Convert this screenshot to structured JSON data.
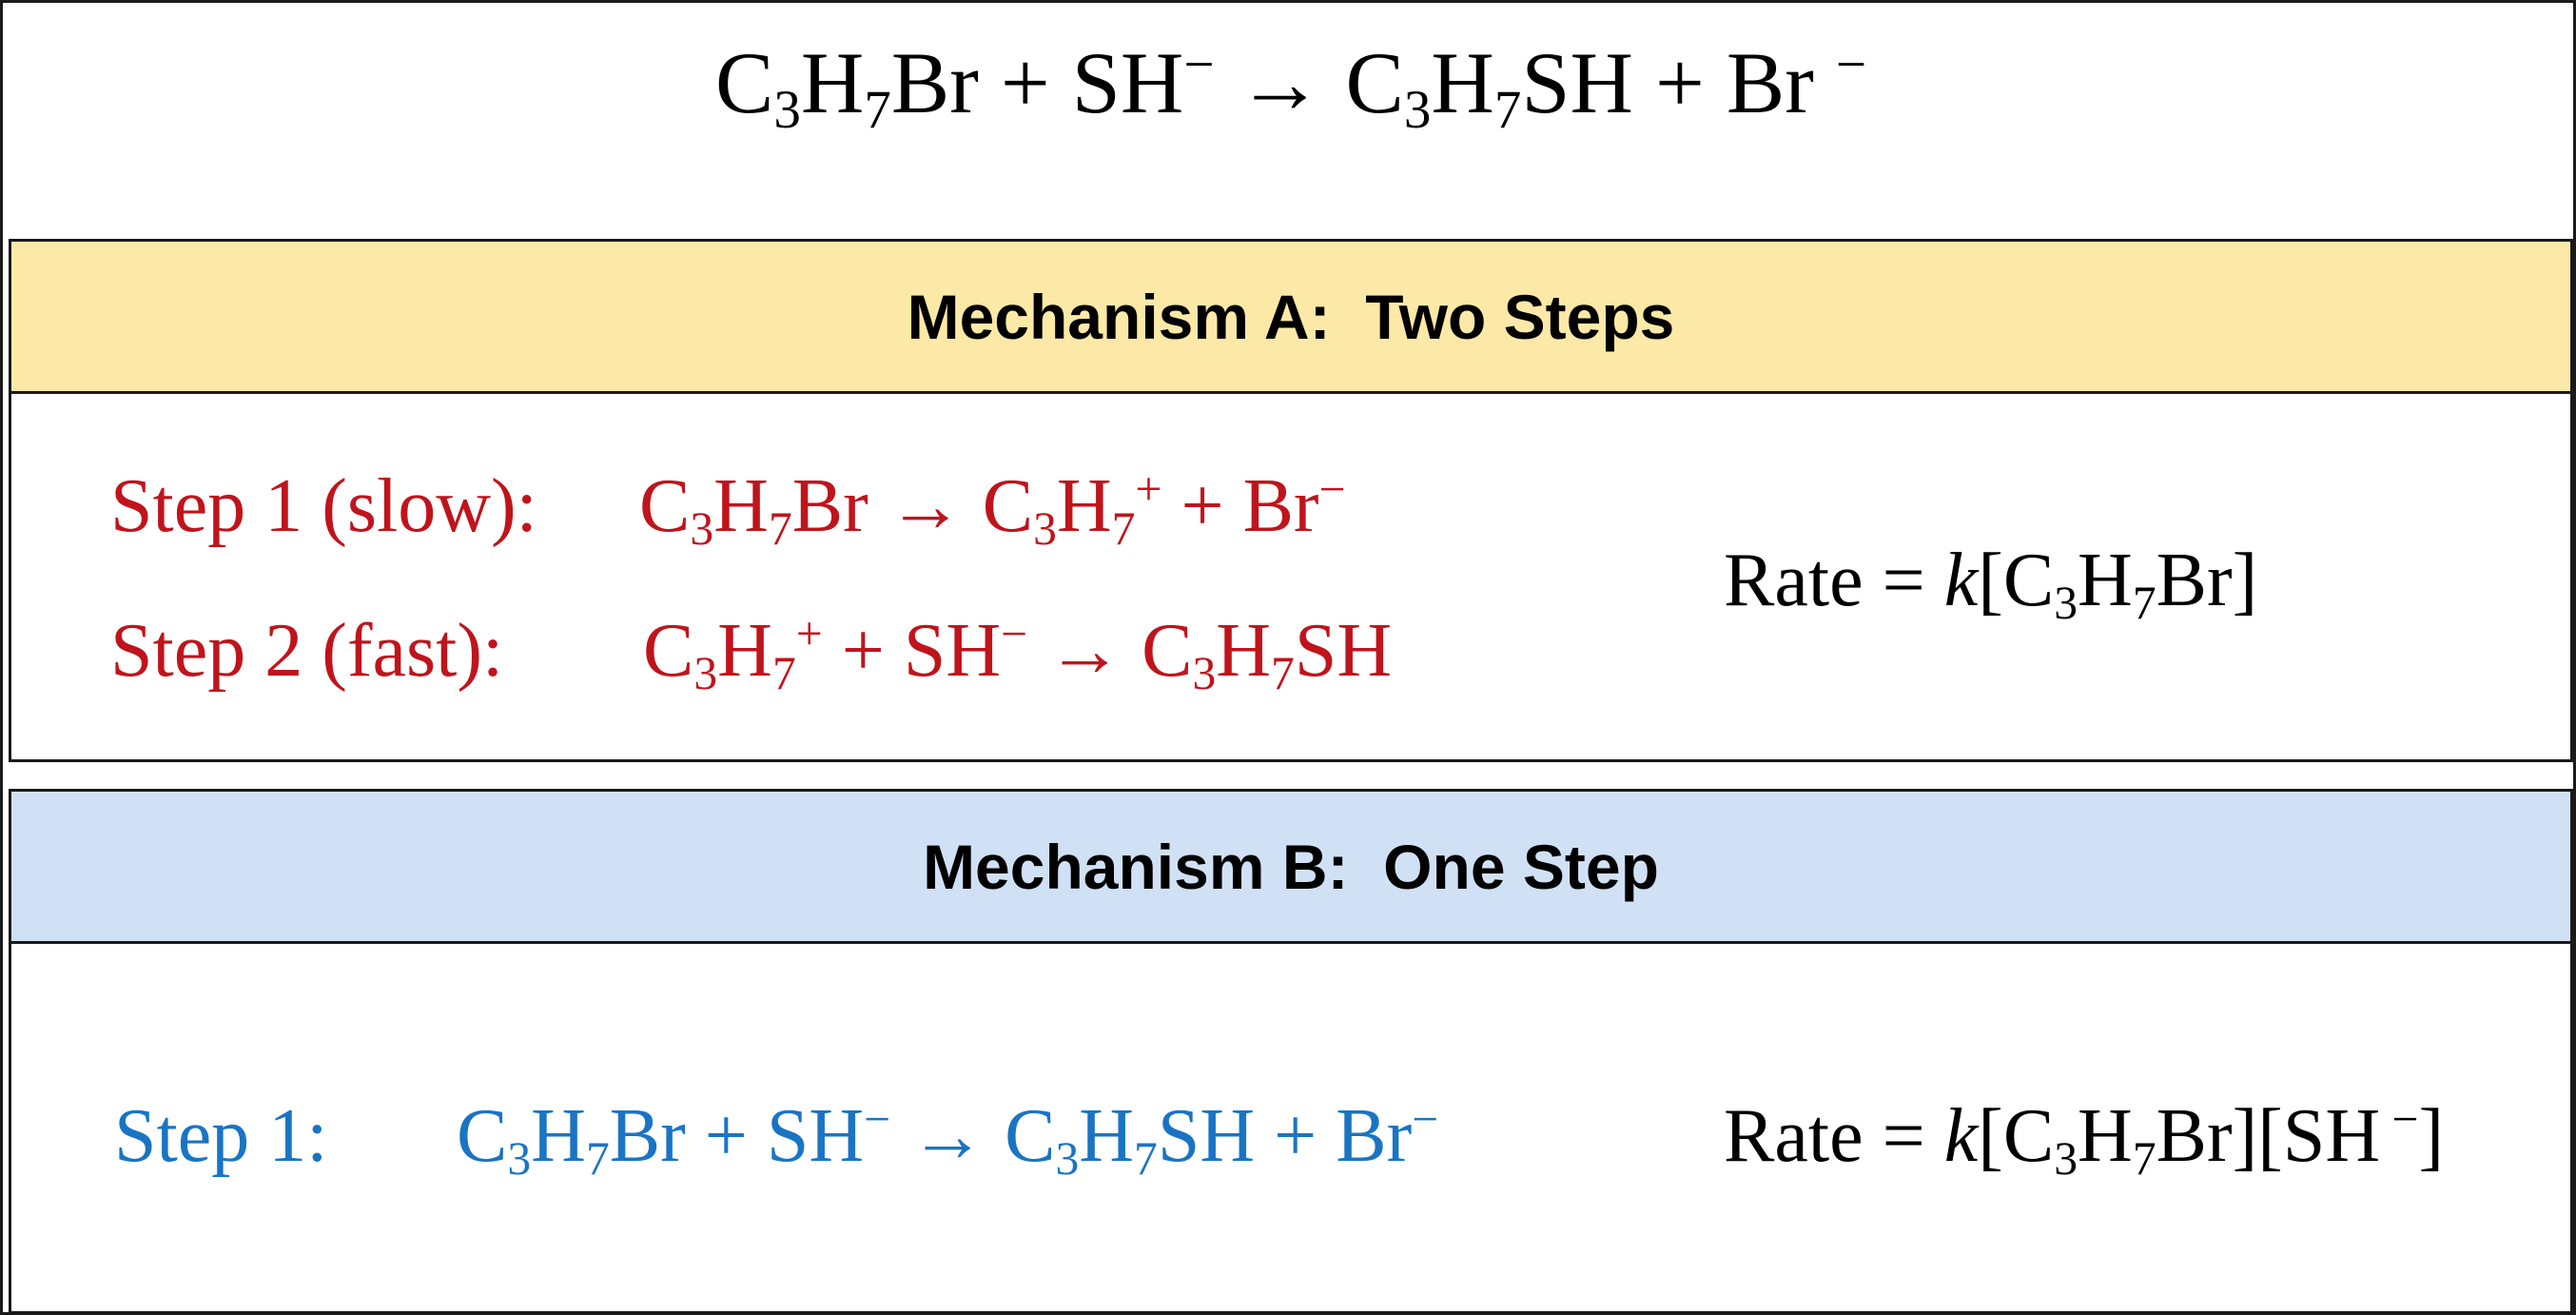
{
  "overall_reaction": {
    "parts": [
      "C",
      "3",
      "H",
      "7",
      "Br + SH",
      "−",
      " → C",
      "3",
      "H",
      "7",
      "SH + Br ",
      "−"
    ]
  },
  "mechanism_a": {
    "title": "Mechanism A:  Two Steps",
    "header_color": "#fde9a7",
    "step1_label": "Step 1 (slow):",
    "step2_label": "Step 2 (fast):",
    "step_color": "#c0141c",
    "rate_law": "Rate = k[C3H7Br]"
  },
  "mechanism_b": {
    "title": "Mechanism B:  One Step",
    "header_color": "#d1e1f5",
    "step1_label": "Step 1:",
    "step_color": "#1a74c4",
    "rate_law": "Rate = k[C3H7Br][SH −]"
  }
}
